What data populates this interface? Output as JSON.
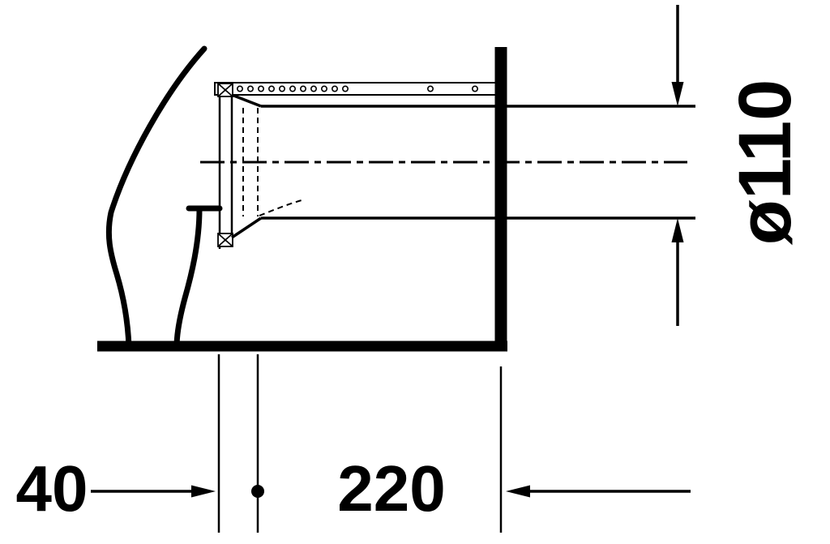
{
  "page": {
    "background_color": "#ffffff",
    "ink_color": "#000000",
    "kind": "technical dimension drawing, side section of toilet outlet connection"
  },
  "dimensions": {
    "offset_40": "40",
    "length_220": "220",
    "diameter_110": "ø110"
  }
}
